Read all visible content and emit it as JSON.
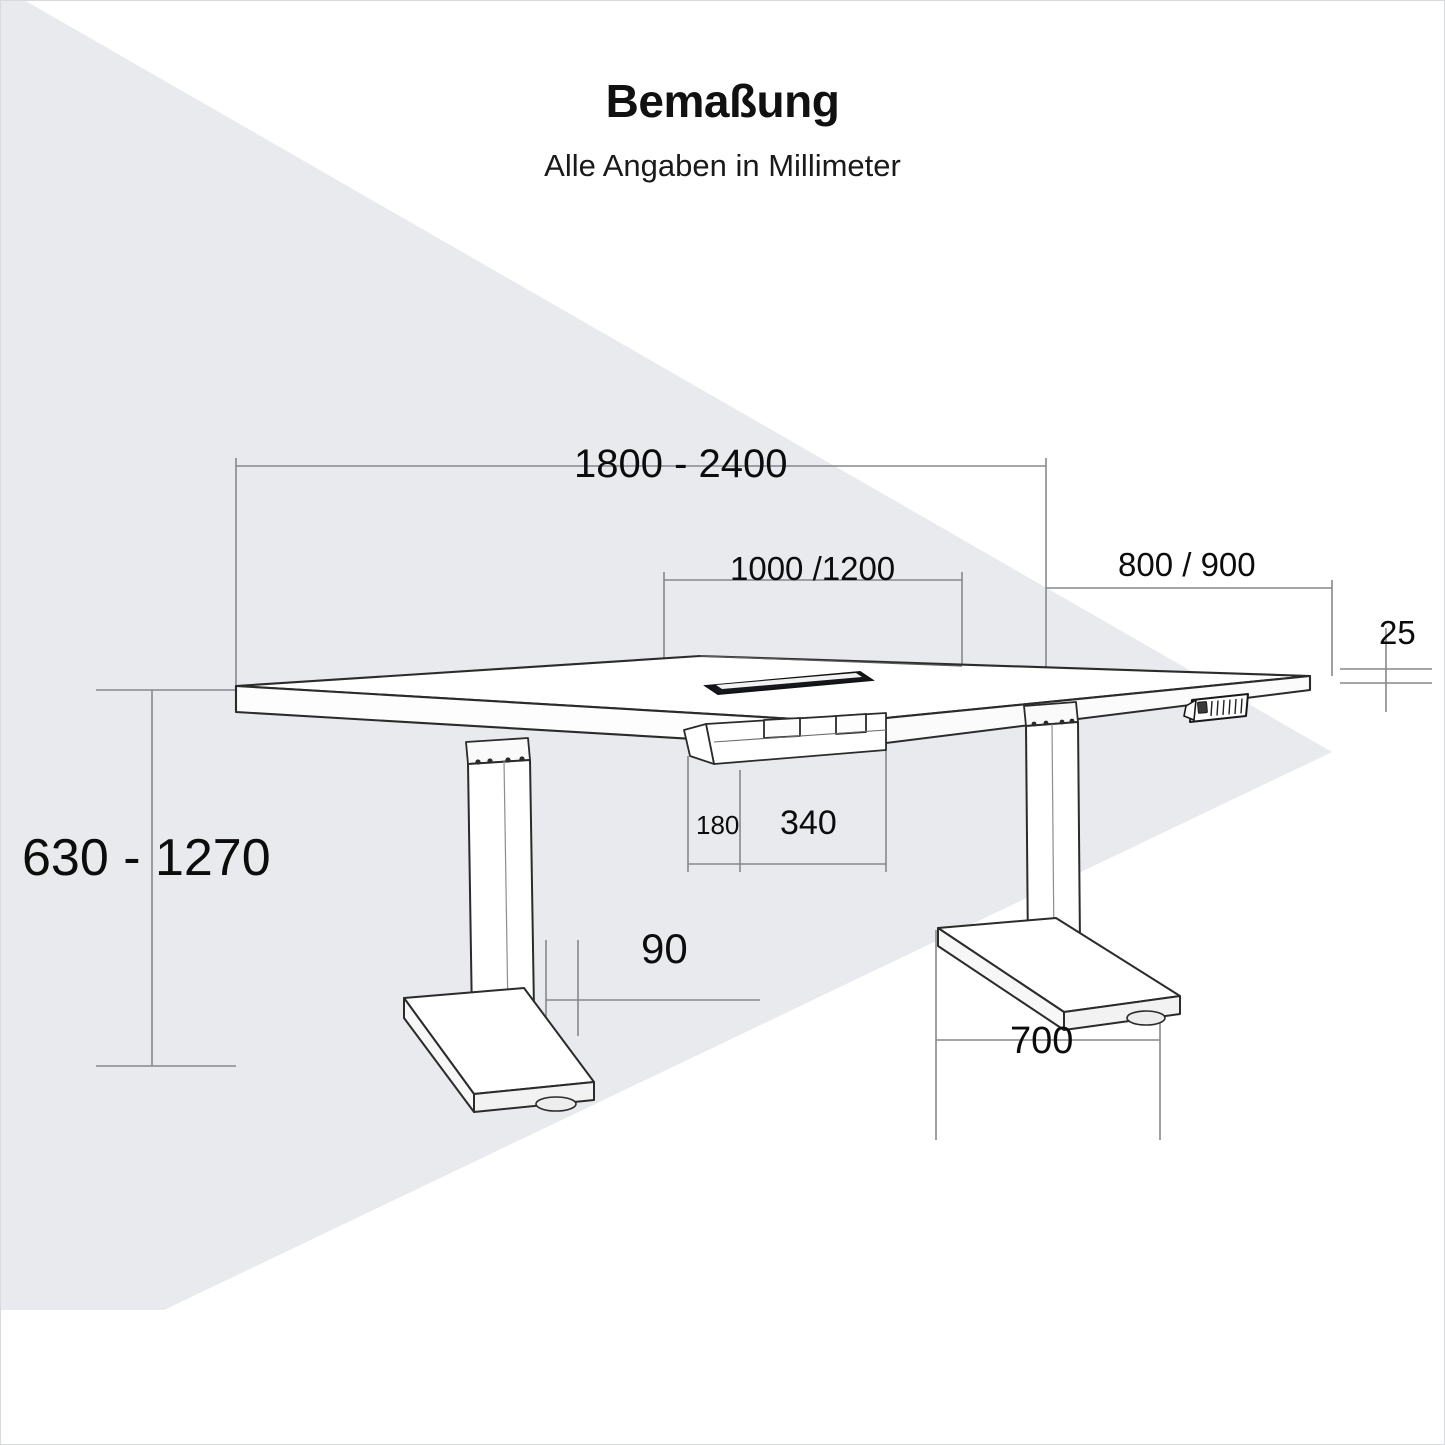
{
  "header": {
    "title": "Bemaßung",
    "subtitle": "Alle Angaben in Millimeter"
  },
  "colors": {
    "background": "#ffffff",
    "shade": "#e9eaee",
    "line": "#2b2b2b",
    "dimline": "#7a7d82",
    "text": "#0c0c0c"
  },
  "dimensions": {
    "width": "1800 - 2400",
    "depth": "1000 /1200",
    "depth_alt": "800 / 900",
    "top_thickness": "25",
    "height_range": "630 - 1270",
    "tray_small": "180",
    "tray_large": "340",
    "column_width": "90",
    "foot_length": "700"
  },
  "diagram": {
    "object": "height-adjustable conference desk",
    "parts": [
      "tabletop",
      "cable-grommet",
      "cable-tray",
      "left-column",
      "left-foot",
      "right-column",
      "right-foot",
      "control-panel"
    ]
  }
}
